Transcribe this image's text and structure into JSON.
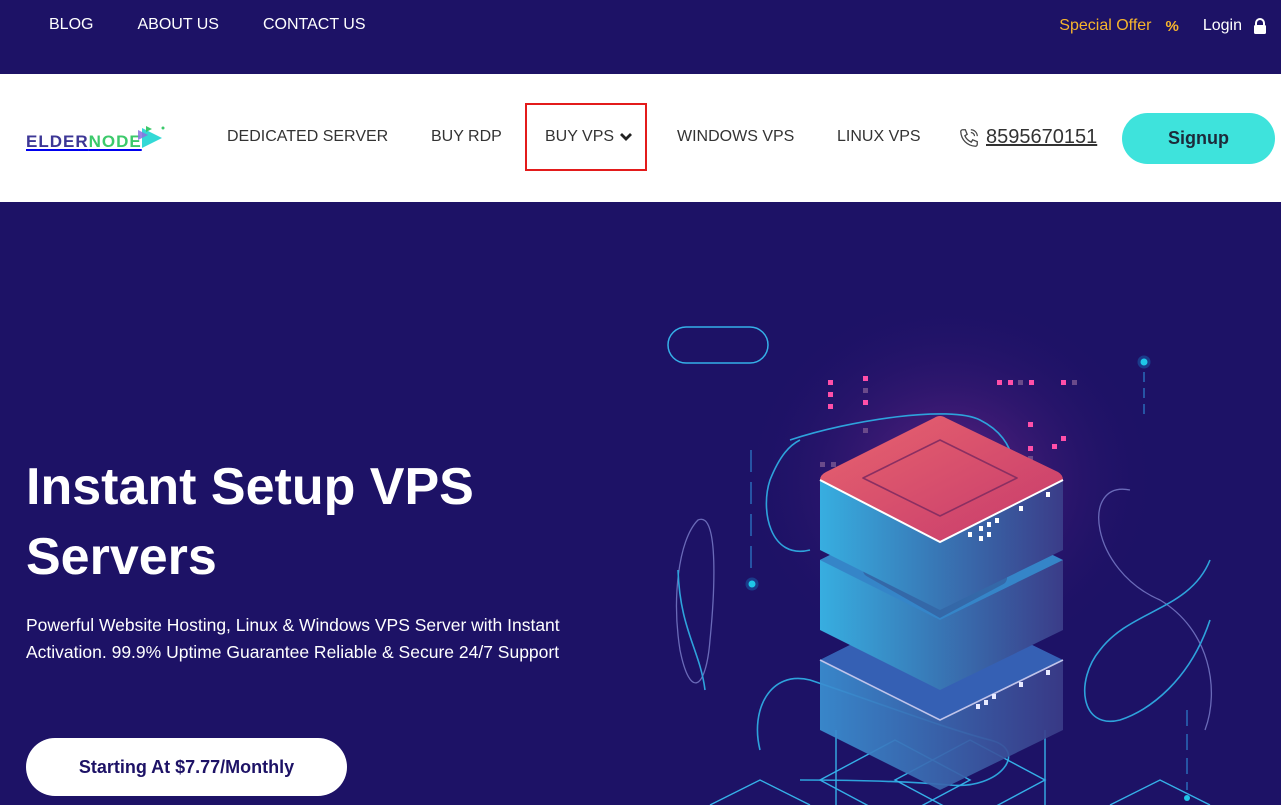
{
  "topbar": {
    "links": [
      {
        "label": "BLOG"
      },
      {
        "label": "ABOUT US"
      },
      {
        "label": "CONTACT US"
      }
    ],
    "special_offer": "Special Offer",
    "special_offer_icon": "percent-icon",
    "login": "Login",
    "login_icon": "lock-icon"
  },
  "header": {
    "logo_part1": "elder",
    "logo_part2": "node",
    "nav": [
      {
        "label": "DEDICATED SERVER"
      },
      {
        "label": "BUY RDP"
      },
      {
        "label": "BUY VPS",
        "has_dropdown": true,
        "highlighted": true
      },
      {
        "label": "WINDOWS VPS"
      },
      {
        "label": "LINUX VPS"
      }
    ],
    "phone": "8595670151",
    "phone_icon": "phone-icon",
    "signup": "Signup"
  },
  "hero": {
    "title": "Instant Setup VPS Servers",
    "description": "Powerful Website Hosting, Linux & Windows VPS Server with Instant Activation. 99.9% Uptime Guarantee Reliable & Secure 24/7 Support",
    "cta": "Starting At $7.77/Monthly"
  },
  "colors": {
    "dark_bg": "#1d1266",
    "accent_cyan": "#3ee3dc",
    "offer_gold": "#f7b52c",
    "highlight_red": "#e31b1b",
    "server_top": "#e0566e",
    "server_side": "#3a9fd8"
  }
}
